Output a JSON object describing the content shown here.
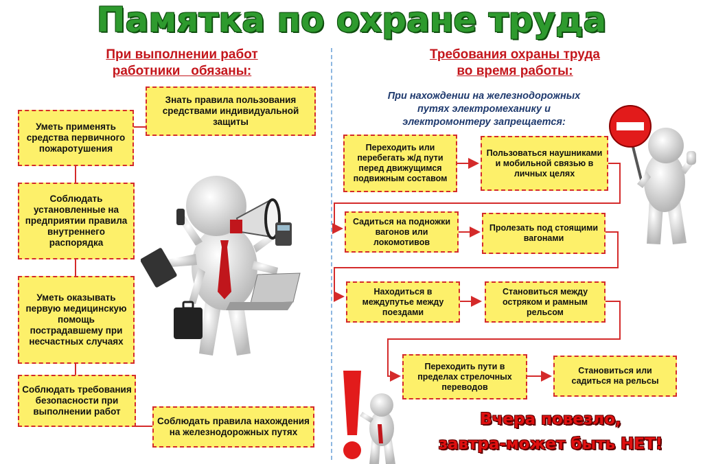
{
  "title": "Памятка по охране труда",
  "left": {
    "heading_line1": "При выполнении работ",
    "heading_line2": "работники   обязаны:",
    "boxes": [
      "Знать правила пользования средствами индивидуальной защиты",
      "Уметь применять средства первичного пожаротушения",
      "Соблюдать установленные на предприятии правила внутреннего распорядка",
      "Уметь оказывать первую медицинскую помощь пострадавшему при несчастных случаях",
      "Соблюдать требования безопасности при выполнении  работ",
      "Соблюдать правила нахождения на железнодорожных путях"
    ]
  },
  "right": {
    "heading_line1": "Требования охраны труда",
    "heading_line2": "во время работы:",
    "subtitle_line1": "При нахождении на железнодорожных",
    "subtitle_line2": "путях электромеханику и",
    "subtitle_line3": "электромонтеру запрещается:",
    "boxes": [
      "Переходить или перебегать ж/д пути перед движущимся подвижным составом",
      "Пользоваться наушниками и мобильной связью в личных целях",
      "Садиться на подножки вагонов или локомотивов",
      "Пролезать под стоящими вагонами",
      "Находиться в междупутье между поездами",
      "Становиться между остряком и рамным рельсом",
      "Переходить пути в пределах стрелочных переводов",
      "Становиться или садиться на рельсы"
    ],
    "slogan_line1": "Вчера повезло,",
    "slogan_line2": "завтра-может быть НЕТ!"
  },
  "colors": {
    "title_green": "#2e9a2e",
    "heading_red": "#c4161c",
    "box_fill": "#fdf06a",
    "box_border": "#d42a2a",
    "subtitle_blue": "#1f3a6e"
  },
  "icons": [
    "busy-worker-figure",
    "stop-sign-figure",
    "exclamation-figure"
  ]
}
